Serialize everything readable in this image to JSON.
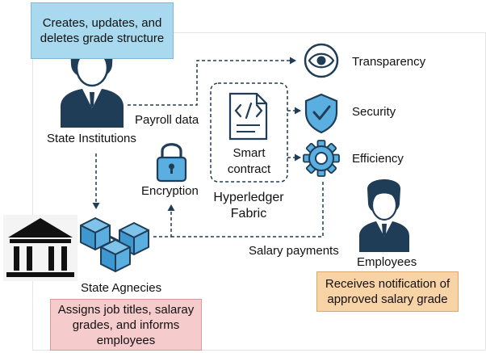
{
  "notes": {
    "grade_structure": [
      "Creates, updates, and",
      "deletes grade structure"
    ],
    "job_titles": [
      "Assigns job titles, salaray",
      "grades, and informs",
      "employees"
    ],
    "notification": [
      "Receives notification of",
      "approved salary grade"
    ]
  },
  "actors": {
    "state_institutions": "State Institutions",
    "state_agencies": "State Agnecies",
    "employees": "Employees"
  },
  "flows": {
    "payroll_data": "Payroll data",
    "salary_payments": "Salary payments"
  },
  "components": {
    "encryption": "Encryption",
    "smart_contract": [
      "Smart",
      "contract"
    ],
    "hyperledger_fabric": [
      "Hyperledger",
      "Fabric"
    ]
  },
  "benefits": [
    "Transparency",
    "Security",
    "Efficiency"
  ],
  "colors": {
    "navy": "#1f3d57",
    "blue_note": "#a9d9ee",
    "pink_note": "#f6cbcb",
    "orange_note": "#f8d3a6",
    "cube_fill": "#5aaee0",
    "cube_stroke": "#1f3d57"
  },
  "icons": [
    "person-icon",
    "eye-icon",
    "shield-check-icon",
    "gear-icon",
    "document-code-icon",
    "padlock-icon",
    "government-building-icon",
    "blockchain-cubes-icon",
    "employee-person-icon"
  ]
}
